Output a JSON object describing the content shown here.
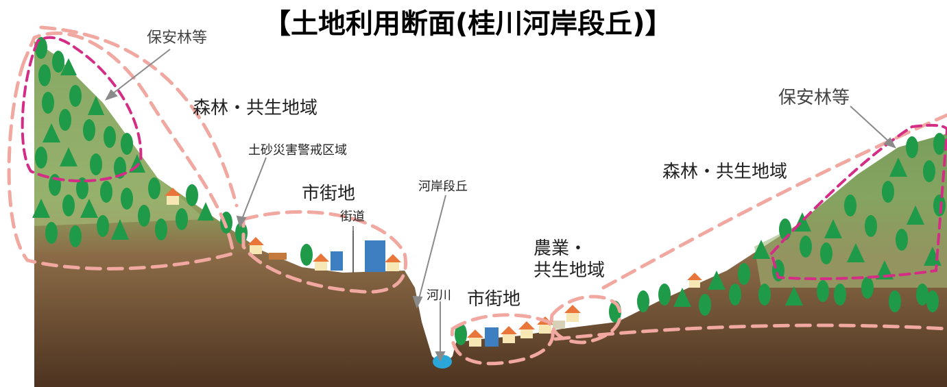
{
  "title": "【土地利用断面(桂川河岸段丘)】",
  "labels": {
    "hoanrin_left": "保安林等",
    "forest_left": "森林・共生地域",
    "sabo": "土砂災害警戒区域",
    "shigaichi_upper": "市街地",
    "kaido": "街道",
    "kagan": "河岸段丘",
    "kasen": "河川",
    "shigaichi_lower": "市街地",
    "nogyo_line1": "農業・",
    "nogyo_line2": "共生地域",
    "forest_right": "森林・共生地域",
    "hoanrin_right": "保安林等"
  },
  "colors": {
    "ground_top": "#a8c078",
    "ground_bottom": "#6b4a2e",
    "tree": "#1f9a48",
    "zone_line": "#f0a8a0",
    "protected_line": "#d42d86",
    "water": "#2aa7d8"
  }
}
